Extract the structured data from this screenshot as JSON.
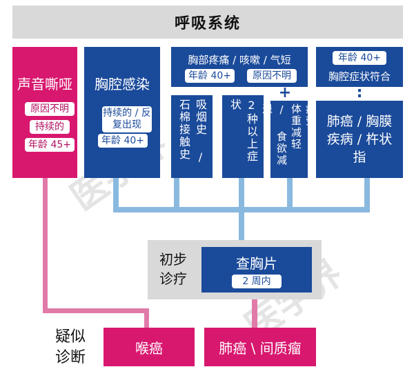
{
  "header": {
    "title": "呼吸系统"
  },
  "col1": {
    "title": "声音嘶哑",
    "pills": [
      "原因不明",
      "持续的",
      "年龄 45+"
    ]
  },
  "col2": {
    "title": "胸腔感染",
    "pills": [
      "持续的 / 反复出现",
      "年龄 40+"
    ]
  },
  "col3": {
    "title": "胸部疼痛 / 咳嗽 / 气短",
    "pills": [
      "年龄 40+",
      "原因不明"
    ],
    "sub1": "吸烟史 / 石棉接触史",
    "sub2": "2种以上症状",
    "sub3": "疲劳 / 体重减轻 / 食欲减退",
    "plus": "+"
  },
  "col4": {
    "pill": "年龄 40+",
    "title": "胸腔症状符合",
    "colon": ":",
    "result": "肺癌 / 胸膜疾病 / 杵状指"
  },
  "initial": {
    "label": "初步诊疗",
    "title": "查胸片",
    "pill": "2 周内"
  },
  "suspect": {
    "label": "疑似诊断",
    "items": [
      "喉癌",
      "肺癌 \\ 间质瘤"
    ]
  },
  "watermark": "医学界",
  "colors": {
    "blue": "#1a4a9a",
    "magenta": "#d8186f",
    "line_blue": "#8ab9e0",
    "line_pink": "#e07aa8",
    "gray": "#d9d9d9"
  }
}
